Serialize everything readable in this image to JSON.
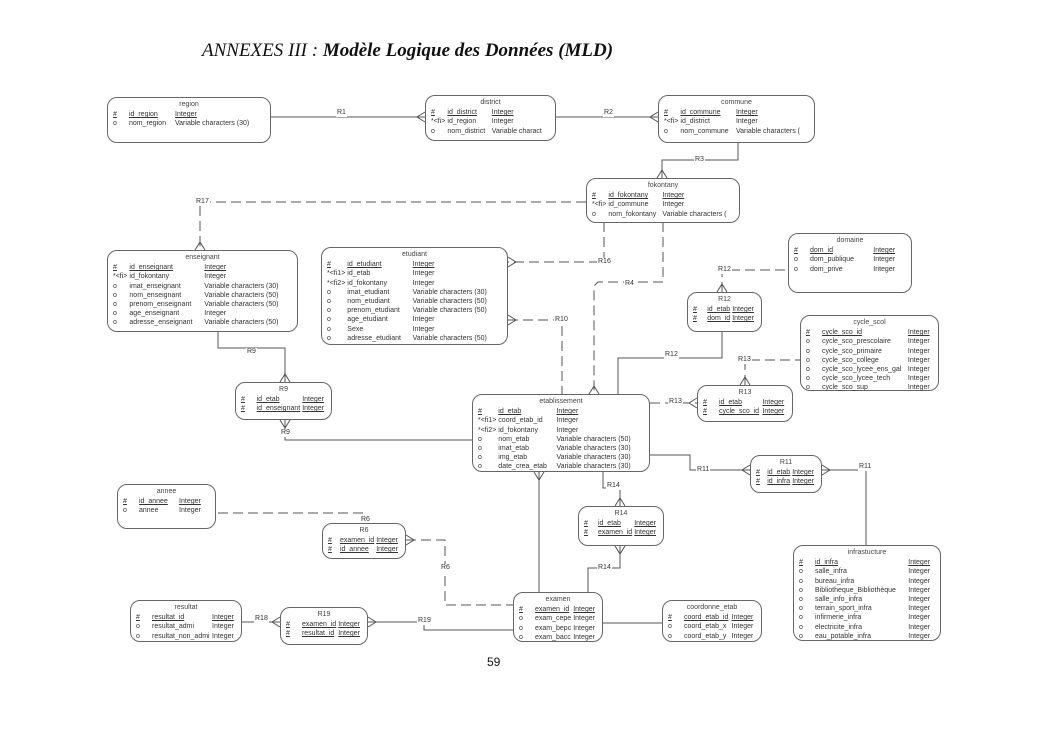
{
  "title": {
    "prefix": "ANNEXES III : ",
    "main": "Modèle Logique des Données (MLD)"
  },
  "page_number": "59",
  "entities": {
    "region": {
      "name": "region",
      "attrs": [
        {
          "mark": "#",
          "name": "id_region",
          "type": "Integer",
          "pk": true
        },
        {
          "mark": "o",
          "name": "nom_region",
          "type": "Variable characters (30)",
          "pk": false
        }
      ]
    },
    "district": {
      "name": "district",
      "attrs": [
        {
          "mark": "#",
          "name": "id_district",
          "type": "Integer",
          "pk": true
        },
        {
          "mark": "*<fi>",
          "name": "id_region",
          "type": "Integer",
          "pk": false
        },
        {
          "mark": "o",
          "name": "nom_district",
          "type": "Variable charact",
          "pk": false
        }
      ]
    },
    "commune": {
      "name": "commune",
      "attrs": [
        {
          "mark": "#",
          "name": "id_commune",
          "type": "Integer",
          "pk": true
        },
        {
          "mark": "*<fi>",
          "name": "id_district",
          "type": "Integer",
          "pk": false
        },
        {
          "mark": "o",
          "name": "nom_commune",
          "type": "Variable characters (",
          "pk": false
        }
      ]
    },
    "fokontany": {
      "name": "fokontany",
      "attrs": [
        {
          "mark": "#",
          "name": "id_fokontany",
          "type": "Integer",
          "pk": true
        },
        {
          "mark": "*<fi>",
          "name": "id_commune",
          "type": "Integer",
          "pk": false
        },
        {
          "mark": "o",
          "name": "nom_fokontany",
          "type": "Variable characters (",
          "pk": false
        }
      ]
    },
    "enseignant": {
      "name": "enseignant",
      "attrs": [
        {
          "mark": "#",
          "name": "id_enseignant",
          "type": "Integer",
          "pk": true
        },
        {
          "mark": "*<fi>",
          "name": "id_fokontany",
          "type": "Integer",
          "pk": false
        },
        {
          "mark": "o",
          "name": "imat_enseignant",
          "type": "Variable characters (30)",
          "pk": false
        },
        {
          "mark": "o",
          "name": "nom_enseignant",
          "type": "Variable characters (50)",
          "pk": false
        },
        {
          "mark": "o",
          "name": "prenom_enseignant",
          "type": "Variable characters (50)",
          "pk": false
        },
        {
          "mark": "o",
          "name": "age_enseignant",
          "type": "Integer",
          "pk": false
        },
        {
          "mark": "o",
          "name": "adresse_enseignant",
          "type": "Variable characters (50)",
          "pk": false
        }
      ]
    },
    "etudiant": {
      "name": "etudiant",
      "attrs": [
        {
          "mark": "#",
          "name": "id_etudiant",
          "type": "Integer",
          "pk": true
        },
        {
          "mark": "*<fi1>",
          "name": "id_etab",
          "type": "Integer",
          "pk": false
        },
        {
          "mark": "*<fi2>",
          "name": "id_fokontany",
          "type": "Integer",
          "pk": false
        },
        {
          "mark": "o",
          "name": "imat_etudiant",
          "type": "Variable characters (30)",
          "pk": false
        },
        {
          "mark": "o",
          "name": "nom_etudiant",
          "type": "Variable characters (50)",
          "pk": false
        },
        {
          "mark": "o",
          "name": "prenom_etudiant",
          "type": "Variable characters (50)",
          "pk": false
        },
        {
          "mark": "o",
          "name": "age_etudiant",
          "type": "Integer",
          "pk": false
        },
        {
          "mark": "o",
          "name": "Sexe",
          "type": "Integer",
          "pk": false
        },
        {
          "mark": "o",
          "name": "adresse_etudiant",
          "type": "Variable characters (50)",
          "pk": false
        }
      ]
    },
    "domaine": {
      "name": "domaine",
      "attrs": [
        {
          "mark": "#",
          "name": "dom_id",
          "type": "Integer",
          "pk": true
        },
        {
          "mark": "o",
          "name": "dom_publique",
          "type": "Integer",
          "pk": false
        },
        {
          "mark": "o",
          "name": "dom_prive",
          "type": "Integer",
          "pk": false
        }
      ]
    },
    "r12": {
      "name": "R12",
      "attrs": [
        {
          "mark": "#",
          "name": "id_etab",
          "type": "Integer",
          "pk": true
        },
        {
          "mark": "#",
          "name": "dom_id",
          "type": "Integer",
          "pk": true
        }
      ]
    },
    "cycle_scol": {
      "name": "cycle_scol",
      "attrs": [
        {
          "mark": "#",
          "name": "cycle_sco_id",
          "type": "Integer",
          "pk": true
        },
        {
          "mark": "o",
          "name": "cycle_sco_prescolaire",
          "type": "Integer",
          "pk": false
        },
        {
          "mark": "o",
          "name": "cycle_sco_primaire",
          "type": "Integer",
          "pk": false
        },
        {
          "mark": "o",
          "name": "cycle_sco_college",
          "type": "Integer",
          "pk": false
        },
        {
          "mark": "o",
          "name": "cycle_sco_lycee_ens_gal",
          "type": "Integer",
          "pk": false
        },
        {
          "mark": "o",
          "name": "cycle_sco_lycee_tech",
          "type": "Integer",
          "pk": false
        },
        {
          "mark": "o",
          "name": "cycle_sco_sup",
          "type": "Integer",
          "pk": false
        }
      ]
    },
    "r13": {
      "name": "R13",
      "attrs": [
        {
          "mark": "#",
          "name": "id_etab",
          "type": "Integer",
          "pk": true
        },
        {
          "mark": "#",
          "name": "cycle_sco_id",
          "type": "Integer",
          "pk": true
        }
      ]
    },
    "r9": {
      "name": "R9",
      "attrs": [
        {
          "mark": "#",
          "name": "id_etab",
          "type": "Integer",
          "pk": true
        },
        {
          "mark": "#",
          "name": "id_enseignant",
          "type": "Integer",
          "pk": true
        }
      ]
    },
    "etablissement": {
      "name": "etablissement",
      "attrs": [
        {
          "mark": "#",
          "name": "id_etab",
          "type": "Integer",
          "pk": true
        },
        {
          "mark": "*<fi1>",
          "name": "coord_etab_id",
          "type": "Integer",
          "pk": false
        },
        {
          "mark": "*<fi2>",
          "name": "id_fokontany",
          "type": "Integer",
          "pk": false
        },
        {
          "mark": "o",
          "name": "nom_etab",
          "type": "Variable characters (50)",
          "pk": false
        },
        {
          "mark": "o",
          "name": "imat_etab",
          "type": "Variable characters (30)",
          "pk": false
        },
        {
          "mark": "o",
          "name": "img_etab",
          "type": "Variable characters (30)",
          "pk": false
        },
        {
          "mark": "o",
          "name": "date_crea_etab",
          "type": "Variable characters (30)",
          "pk": false
        }
      ]
    },
    "r11": {
      "name": "R11",
      "attrs": [
        {
          "mark": "#",
          "name": "id_etab",
          "type": "Integer",
          "pk": true
        },
        {
          "mark": "#",
          "name": "id_infra",
          "type": "Integer",
          "pk": true
        }
      ]
    },
    "annee": {
      "name": "annee",
      "attrs": [
        {
          "mark": "#",
          "name": "id_annee",
          "type": "Integer",
          "pk": true
        },
        {
          "mark": "o",
          "name": "annee",
          "type": "Integer",
          "pk": false
        }
      ]
    },
    "r6": {
      "name": "R6",
      "attrs": [
        {
          "mark": "#",
          "name": "examen_id",
          "type": "Integer",
          "pk": true
        },
        {
          "mark": "#",
          "name": "id_annee",
          "type": "Integer",
          "pk": true
        }
      ]
    },
    "r14": {
      "name": "R14",
      "attrs": [
        {
          "mark": "#",
          "name": "id_etab",
          "type": "Integer",
          "pk": true
        },
        {
          "mark": "#",
          "name": "examen_id",
          "type": "Integer",
          "pk": true
        }
      ]
    },
    "infrastucture": {
      "name": "infrastucture",
      "attrs": [
        {
          "mark": "#",
          "name": "id_infra",
          "type": "Integer",
          "pk": true
        },
        {
          "mark": "o",
          "name": "salle_infra",
          "type": "Integer",
          "pk": false
        },
        {
          "mark": "o",
          "name": "bureau_infra",
          "type": "Integer",
          "pk": false
        },
        {
          "mark": "o",
          "name": "Bibliotheque_Bibliothèque",
          "type": "Integer",
          "pk": false
        },
        {
          "mark": "o",
          "name": "salle_info_infra",
          "type": "Integer",
          "pk": false
        },
        {
          "mark": "o",
          "name": "terrain_sport_infra",
          "type": "Integer",
          "pk": false
        },
        {
          "mark": "o",
          "name": "infirmerie_infra",
          "type": "Integer",
          "pk": false
        },
        {
          "mark": "o",
          "name": "electricite_infra",
          "type": "Integer",
          "pk": false
        },
        {
          "mark": "o",
          "name": "eau_potable_infra",
          "type": "Integer",
          "pk": false
        }
      ]
    },
    "resultat": {
      "name": "resultat",
      "attrs": [
        {
          "mark": "#",
          "name": "resultat_id",
          "type": "Integer",
          "pk": true
        },
        {
          "mark": "o",
          "name": "resultat_admi",
          "type": "Integer",
          "pk": false
        },
        {
          "mark": "o",
          "name": "resultat_non_admi",
          "type": "Integer",
          "pk": false
        }
      ]
    },
    "r19": {
      "name": "R19",
      "attrs": [
        {
          "mark": "#",
          "name": "examen_id",
          "type": "Integer",
          "pk": true
        },
        {
          "mark": "#",
          "name": "resultat_id",
          "type": "Integer",
          "pk": true
        }
      ]
    },
    "examen": {
      "name": "examen",
      "attrs": [
        {
          "mark": "#",
          "name": "examen_id",
          "type": "Integer",
          "pk": true
        },
        {
          "mark": "o",
          "name": "exam_cepe",
          "type": "Integer",
          "pk": false
        },
        {
          "mark": "o",
          "name": "exam_bepc",
          "type": "Integer",
          "pk": false
        },
        {
          "mark": "o",
          "name": "exam_bacc",
          "type": "Integer",
          "pk": false
        }
      ]
    },
    "coordonne_etab": {
      "name": "coordonne_etab",
      "attrs": [
        {
          "mark": "#",
          "name": "coord_etab_id",
          "type": "Integer",
          "pk": true
        },
        {
          "mark": "o",
          "name": "coord_etab_x",
          "type": "Integer",
          "pk": false
        },
        {
          "mark": "o",
          "name": "coord_etab_y",
          "type": "Integer",
          "pk": false
        }
      ]
    }
  },
  "relations": {
    "r1": "R1",
    "r2": "R2",
    "r3": "R3",
    "r4": "R4",
    "r6a": "R6",
    "r6b": "R6",
    "r9a": "R9",
    "r9b": "R9",
    "r10": "R10",
    "r11a": "R11",
    "r11b": "R11",
    "r12a": "R12",
    "r12b": "R12",
    "r13a": "R13",
    "r13b": "R13",
    "r14a": "R14",
    "r14b": "R14",
    "r16": "R16",
    "r17": "R17",
    "r18": "R18",
    "r19": "R19"
  }
}
